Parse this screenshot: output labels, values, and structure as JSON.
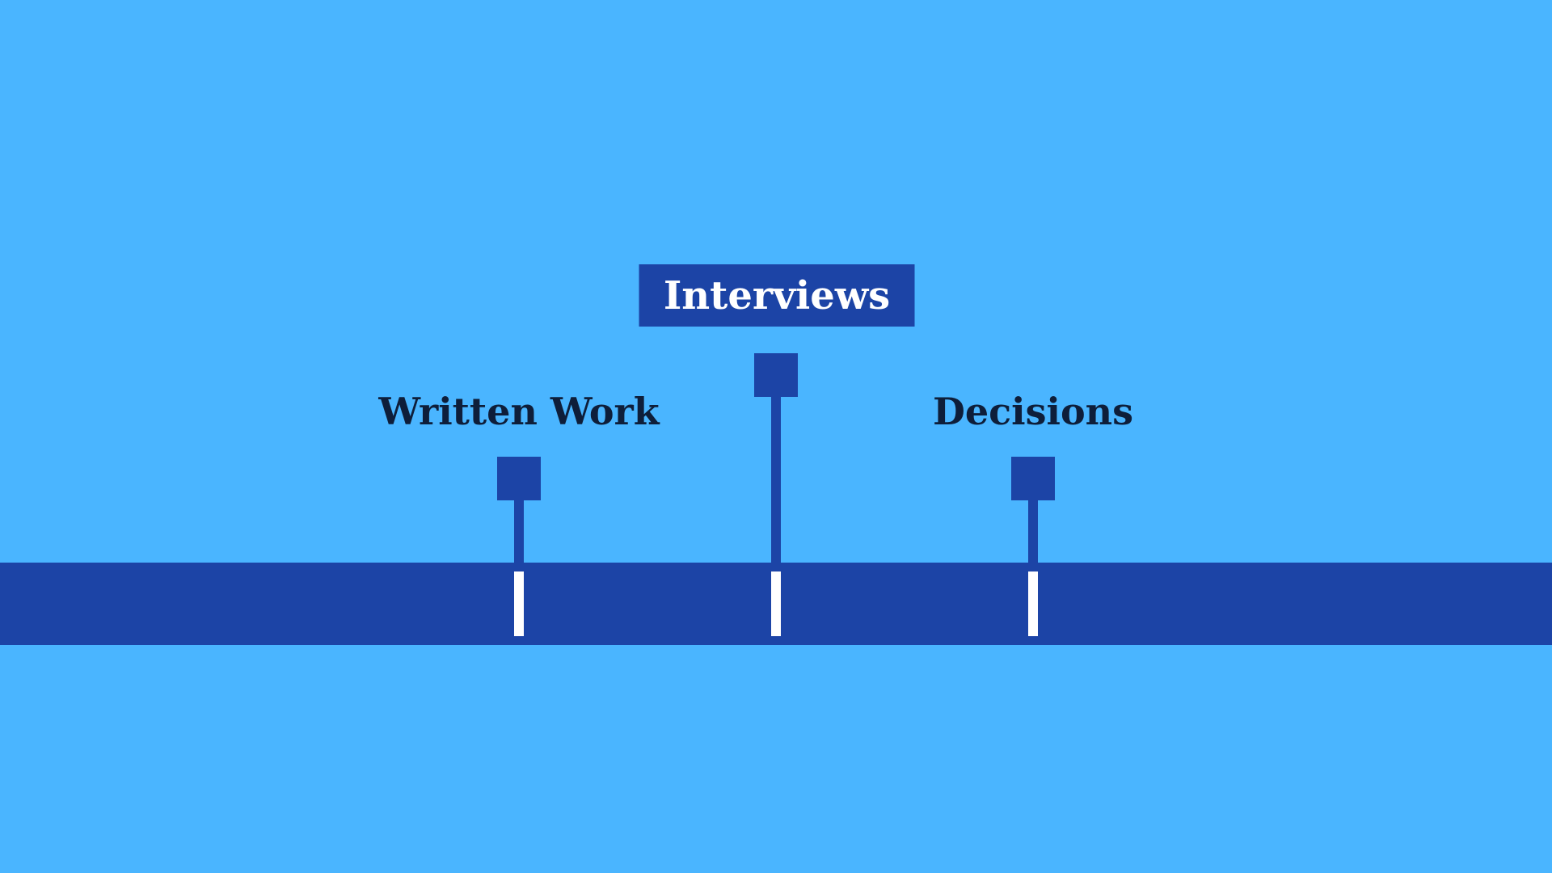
{
  "colors": {
    "background": "#4AB5FF",
    "track": "#1C44A6",
    "marker": "#1C44A6",
    "tick": "#FFFFFF",
    "label_dark": "#0E1E3A",
    "label_highlight_bg": "#1C44A6",
    "label_highlight_text": "#FFFFFF"
  },
  "timeline": {
    "milestones": [
      {
        "label": "Written Work",
        "highlighted": false
      },
      {
        "label": "Interviews",
        "highlighted": true
      },
      {
        "label": "Decisions",
        "highlighted": false
      }
    ]
  }
}
